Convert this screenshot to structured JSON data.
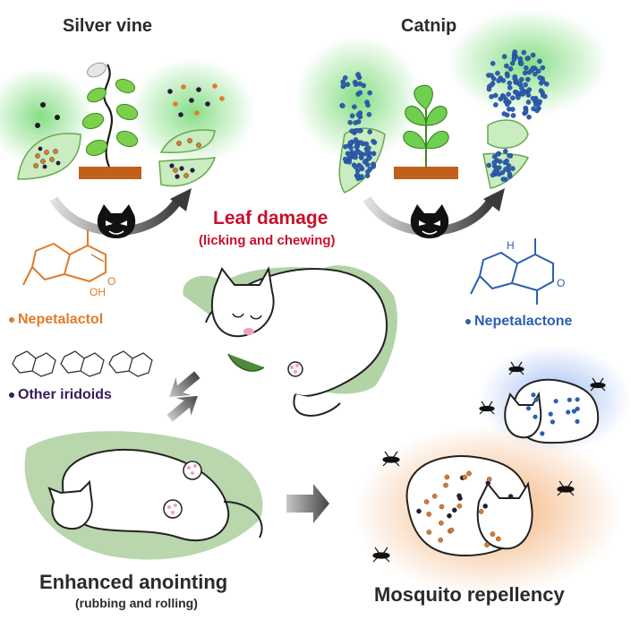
{
  "plants": {
    "silver_vine": "Silver vine",
    "catnip": "Catnip"
  },
  "damage": {
    "title": "Leaf damage",
    "subtitle": "(licking and chewing)"
  },
  "compounds": {
    "nepetalactol": "Nepetalactol",
    "nepetalactone": "Nepetalactone",
    "other_iridoids": "Other iridoids",
    "oh_label": "OH",
    "h_label": "H",
    "o_label": "O"
  },
  "behaviors": {
    "anointing_title": "Enhanced anointing",
    "anointing_sub": "(rubbing and rolling)",
    "repellency": "Mosquito repellency"
  },
  "colors": {
    "damage_red": "#c8102e",
    "nepetalactol_orange": "#e07b2a",
    "nepetalactone_blue": "#2d5fb0",
    "iridoid_purple": "#3a1a5e",
    "leaf_green": "#6aa84f",
    "soil_brown": "#c0601a",
    "glow_green": "#6ed36e",
    "glow_blue": "#9bb8f0",
    "glow_orange": "#f3b27a"
  }
}
